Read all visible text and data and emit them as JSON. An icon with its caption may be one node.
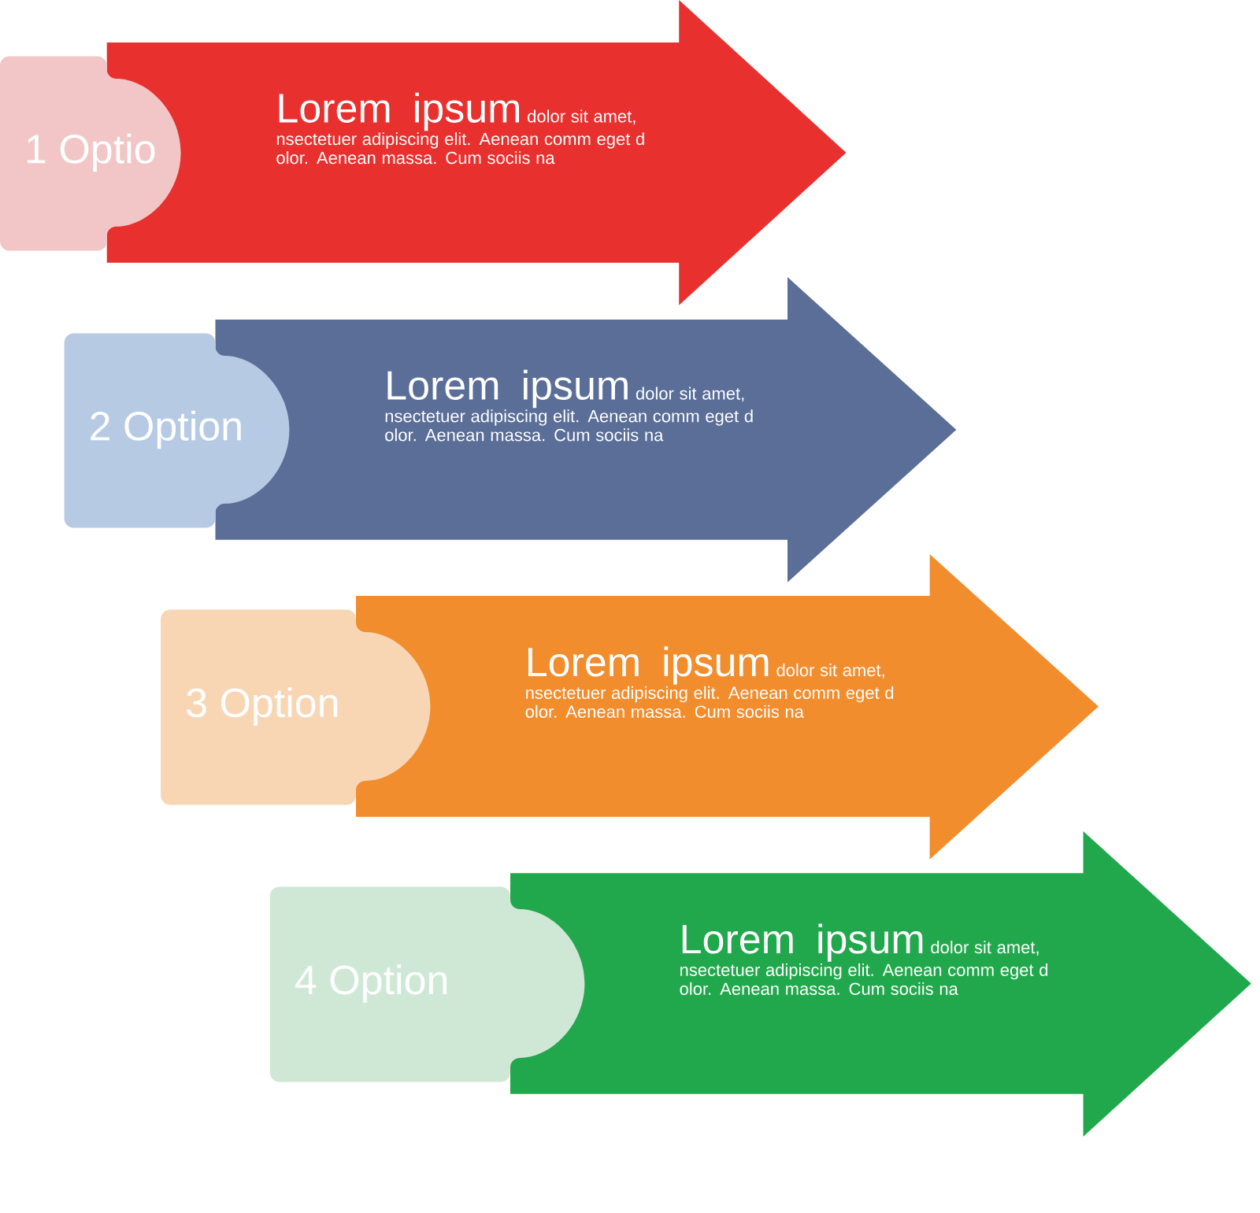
{
  "diagram": {
    "nodes": [
      {
        "text": [
          "1 Optio"
        ]
      },
      {
        "text": [
          "Lorem ipsum",
          "dolor sit amet, nsectetuer adipiscing elit. Aenean comm eget d olor. Aenean massa. Cum sociis na"
        ]
      },
      {
        "text": [
          "2 Option"
        ]
      },
      {
        "text": [
          "Lorem ipsum",
          "dolor sit amet, nsectetuer adipiscing elit. Aenean comm eget d olor. Aenean massa. Cum sociis na"
        ]
      },
      {
        "text": [
          "3 Option"
        ]
      },
      {
        "text": [
          "Lorem ipsum",
          "dolor sit amet, nsectetuer adipiscing elit. Aenean comm eget d olor. Aenean massa. Cum sociis na"
        ]
      },
      {
        "text": [
          "4 Option"
        ]
      },
      {
        "text": [
          "Lorem ipsum",
          "dolor sit amet, nsectetuer adipiscing elit. Aenean comm eget d olor. Aenean massa. Cum sociis na"
        ]
      }
    ]
  }
}
